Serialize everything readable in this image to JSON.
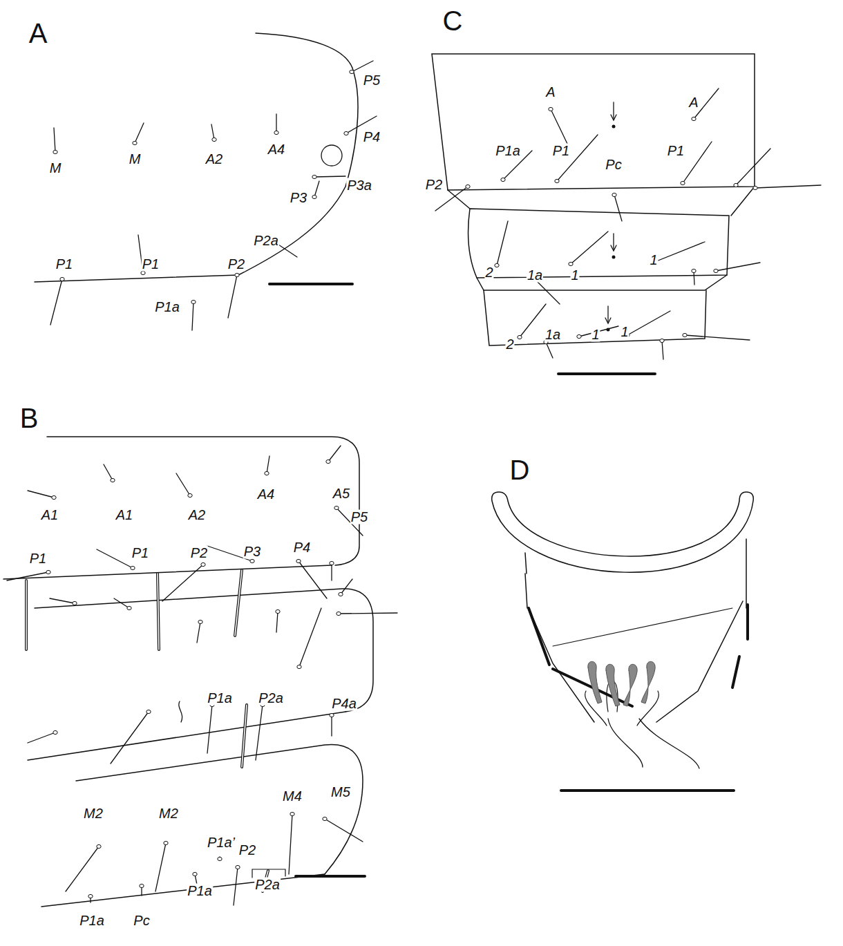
{
  "diagram": {
    "labels": [
      "A",
      "B",
      "C",
      "D",
      "M",
      "M",
      "A2",
      "A4",
      "P5",
      "P4",
      "P3a",
      "P3",
      "P2a",
      "P1",
      "P1",
      "P2",
      "P1a",
      "A1",
      "A1",
      "A2",
      "A4",
      "A5",
      "P5",
      "P1",
      "P1",
      "P2",
      "P3",
      "P4",
      "P1a",
      "P2a",
      "P4a",
      "M4",
      "M5",
      "M2",
      "M2",
      "P1a’",
      "P2",
      "P2a",
      "P1a",
      "P1a",
      "Pc",
      "A",
      "A",
      "P1a",
      "P1",
      "P1",
      "P2",
      "Pc",
      "2",
      "1a",
      "1",
      "1",
      "2",
      "1a",
      "1",
      "1"
    ]
  }
}
